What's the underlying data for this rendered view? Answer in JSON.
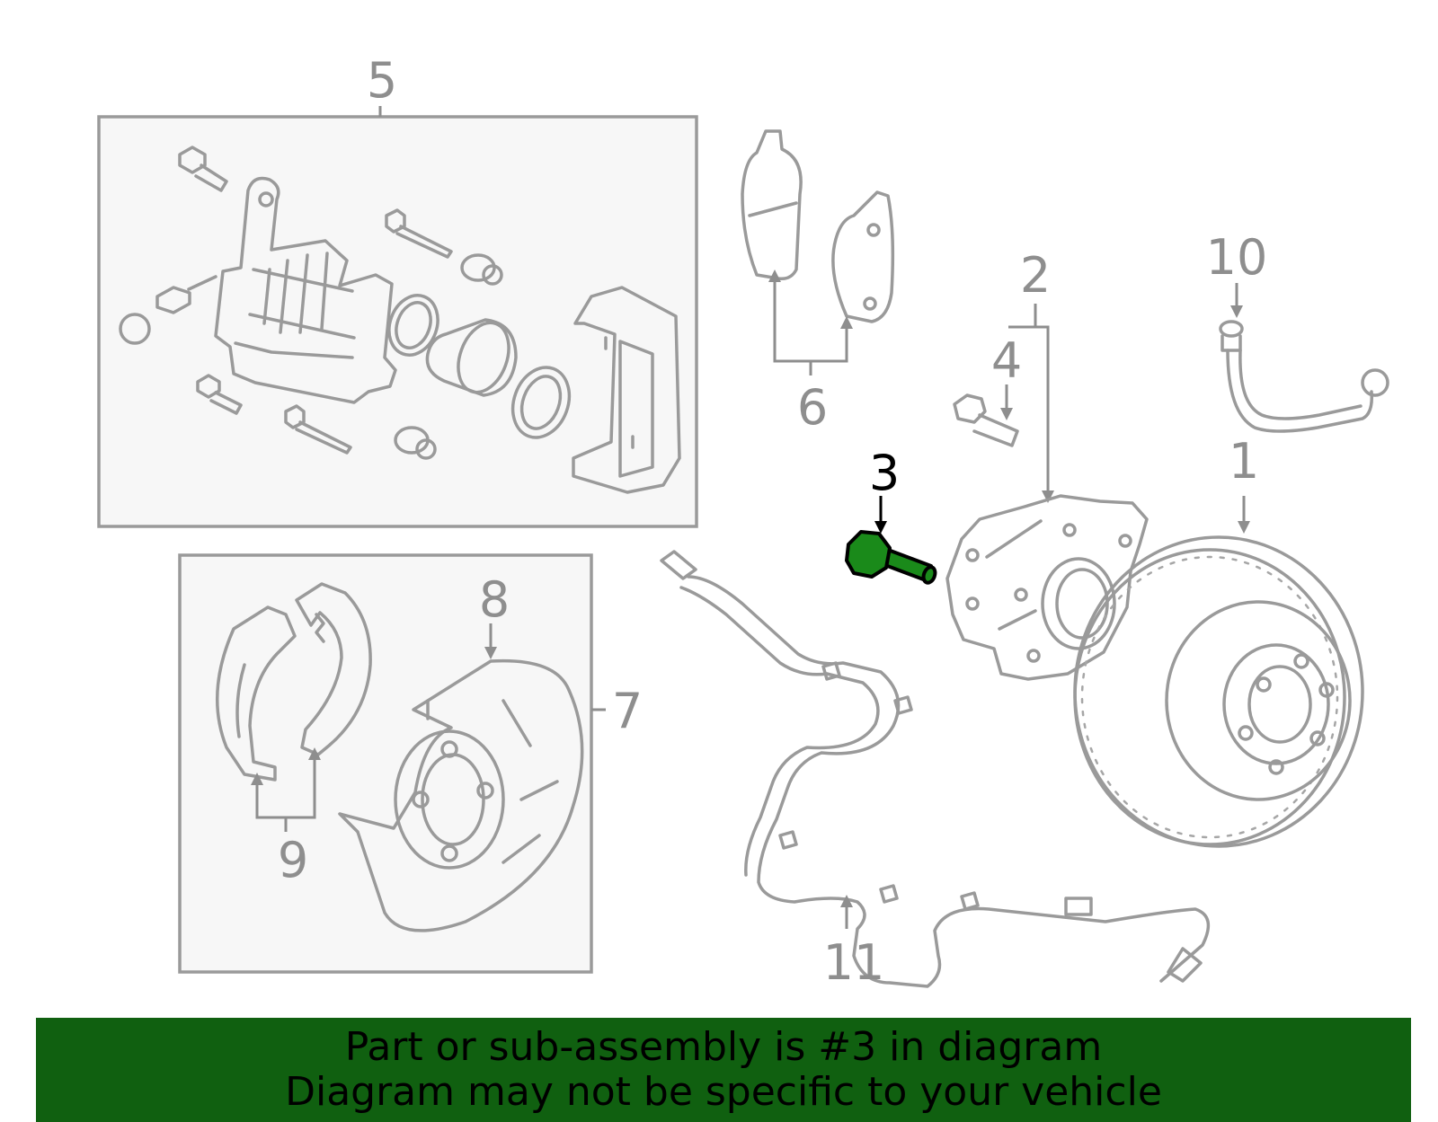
{
  "labels": {
    "p1": "1",
    "p2": "2",
    "p3": "3",
    "p4": "4",
    "p5": "5",
    "p6": "6",
    "p7": "7",
    "p8": "8",
    "p9": "9",
    "p10": "10",
    "p11": "11"
  },
  "highlight": {
    "part": "3",
    "color": "#1a8a1a"
  },
  "banner": {
    "line1": "Part or sub-assembly is #3 in diagram",
    "line2": "Diagram may not be specific to your vehicle",
    "background": "#106010"
  }
}
